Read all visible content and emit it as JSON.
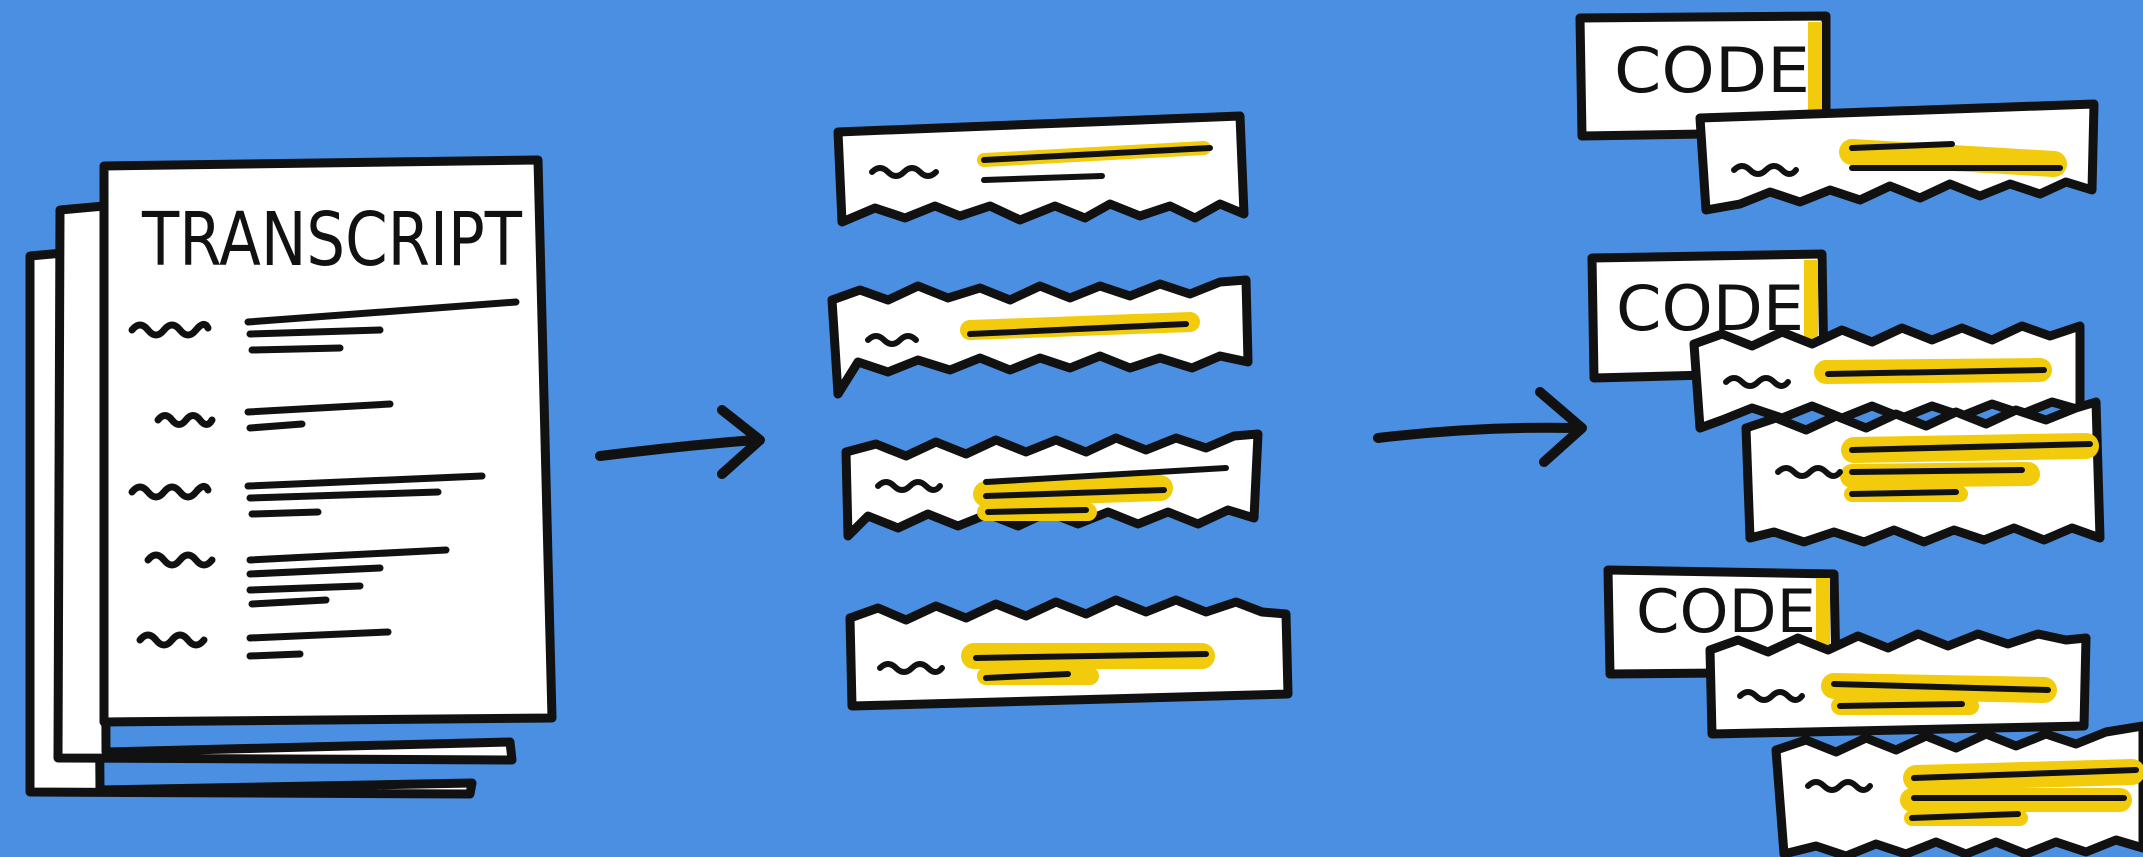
{
  "colors": {
    "background": "#4a8fe2",
    "paper": "#ffffff",
    "ink": "#111111",
    "highlight": "#f2cc0c"
  },
  "transcript": {
    "title": "TRANSCRIPT"
  },
  "codes": [
    {
      "label": "CODE"
    },
    {
      "label": "CODE"
    },
    {
      "label": "CODE"
    }
  ],
  "icons": [
    "document-stack-icon",
    "arrow-right-icon",
    "excerpt-strip-icon",
    "code-tag-icon"
  ]
}
